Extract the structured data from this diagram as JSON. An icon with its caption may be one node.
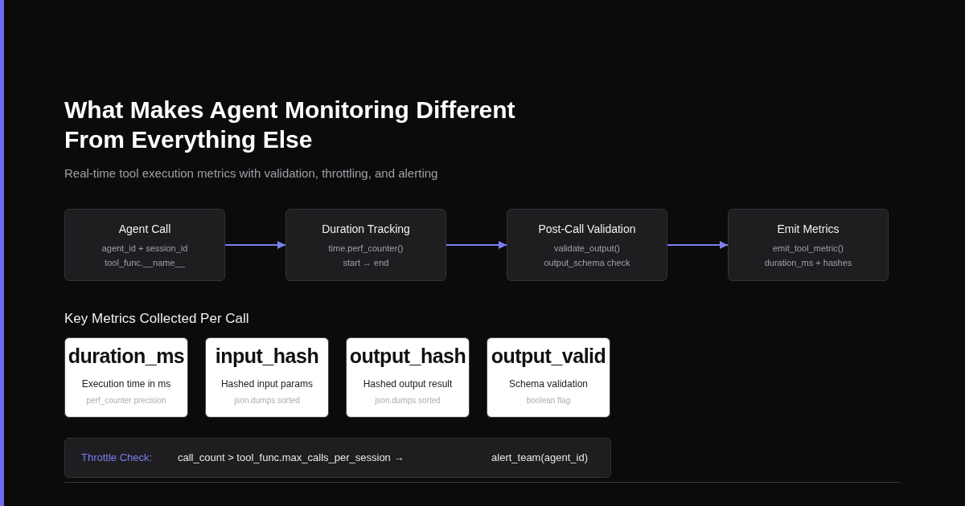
{
  "diagram": {
    "title": "What Makes Agent Monitoring Different From Everything Else",
    "nodes": [
      {
        "text": [
          "Agent Call",
          "agent_id + session_id",
          "tool_func.__name__"
        ]
      },
      {
        "text": [
          "Duration Tracking",
          "time.perf_counter()",
          "start → end"
        ]
      },
      {
        "text": [
          "Post-Call Validation",
          "validate_output()",
          "output_schema check"
        ]
      },
      {
        "text": [
          "Emit Metrics",
          "emit_tool_metric()",
          "duration_ms + hashes"
        ]
      },
      {
        "text": [
          "duration_ms",
          "Execution time in ms",
          "perf_counter precision"
        ]
      },
      {
        "text": [
          "input_hash",
          "Hashed input params",
          "json.dumps sorted"
        ]
      },
      {
        "text": [
          "output_hash",
          "Hashed output result",
          "json.dumps sorted"
        ]
      },
      {
        "text": [
          "output_valid",
          "Schema validation",
          "boolean flag"
        ]
      },
      {
        "text": [
          "Throttle Check:",
          "call_count > tool_func.max_calls_per_session →",
          "alert_team(agent_id)"
        ]
      }
    ],
    "edges": [
      {
        "from": 0,
        "to": 1,
        "arrow": "to"
      },
      {
        "from": 1,
        "to": 2,
        "arrow": "to"
      },
      {
        "from": 2,
        "to": 3,
        "arrow": "to"
      }
    ],
    "labels": [
      "Real-time tool execution metrics with validation, throttling, and alerting",
      "Key Metrics Collected Per Call"
    ]
  }
}
